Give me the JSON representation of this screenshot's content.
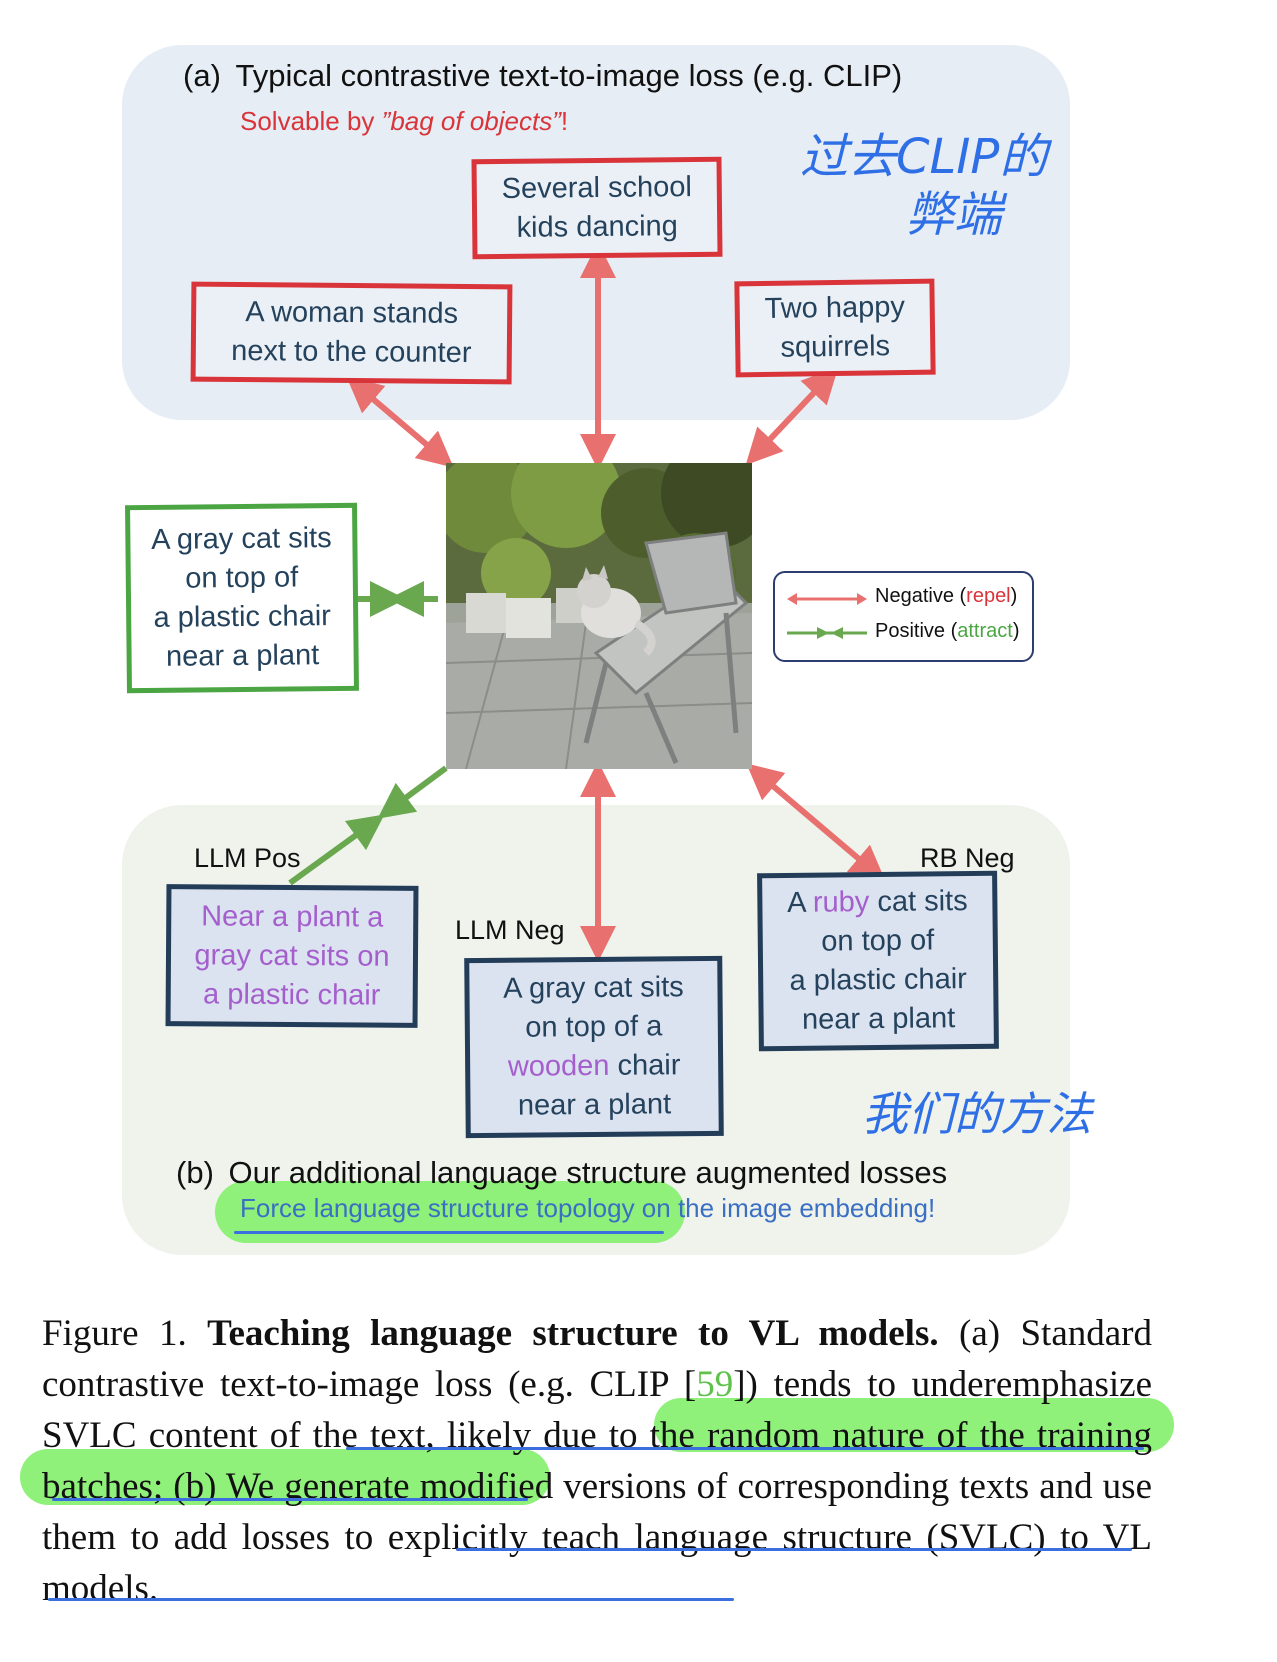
{
  "panel_a": {
    "title_marker": "(a)",
    "title": "Typical contrastive text-to-image loss (e.g. CLIP)",
    "subtitle_prefix": "Solvable by ",
    "subtitle_emph": "”bag of objects”",
    "subtitle_suffix": "!",
    "negatives": {
      "top": [
        "Several school",
        "kids dancing"
      ],
      "left": [
        "A woman stands",
        "next to the counter"
      ],
      "right": [
        "Two happy",
        "squirrels"
      ]
    },
    "annotation": [
      "过去CLIP的",
      "弊端"
    ]
  },
  "positive_text": [
    "A gray cat sits",
    "on top of",
    "a plastic chair",
    "near a plant"
  ],
  "legend": {
    "negative_label": "Negative (",
    "negative_word": "repel",
    "positive_label": "Positive (",
    "positive_word": "attract",
    "close": ")"
  },
  "panel_b": {
    "title_marker": "(b)",
    "title": "Our additional language structure augmented losses",
    "subtitle": "Force language structure topology on the image embedding!",
    "llm_pos": {
      "tag": "LLM Pos",
      "lines": [
        "Near a plant a",
        "gray cat sits on",
        "a plastic chair"
      ]
    },
    "llm_neg": {
      "tag": "LLM Neg",
      "line1": "A gray cat sits",
      "line2": "on top of a",
      "line3_purple": "wooden",
      "line3_rest": " chair",
      "line4": "near a plant"
    },
    "rb_neg": {
      "tag": "RB Neg",
      "line1_a": "A ",
      "line1_purple": "ruby",
      "line1_b": " cat sits",
      "line2": "on top of",
      "line3": "a plastic chair",
      "line4": "near a plant"
    },
    "annotation": "我们的方法"
  },
  "caption": {
    "fig_label": "Figure 1.",
    "bold_title": "Teaching language structure to VL models.",
    "part1": " (a) Standard contrastive text-to-image loss (e.g. CLIP [",
    "citation": "59",
    "part2": "]) tends to underemphasize SVLC content of the text, likely due to the random nature of the training batches; (b) We generate modified versions of corresponding texts and use them to add losses to explicitly teach language structure (SVLC) to VL models."
  },
  "colors": {
    "negative_arrow": "#e8706e",
    "positive_arrow": "#6aa84f",
    "red_border": "#d9343a",
    "green_border": "#4ba542",
    "navy_border": "#233c58",
    "purple_text": "#a45fcd",
    "handwriting": "#2f6fe6",
    "highlight": "#8ff07a"
  }
}
